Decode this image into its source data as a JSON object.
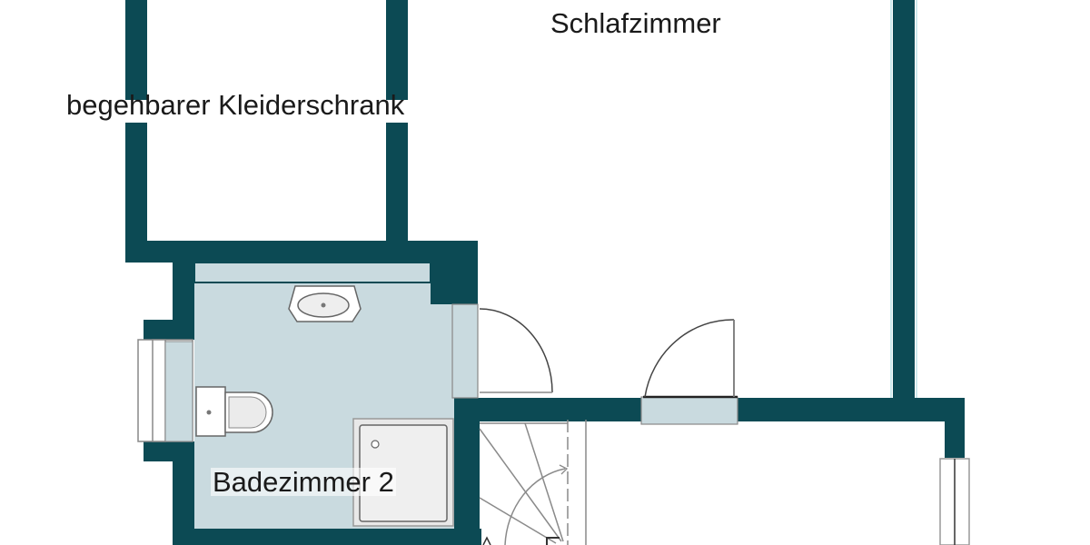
{
  "plan": {
    "type": "floor-plan",
    "colors": {
      "wall": "#0c4a54",
      "bathroom_floor": "#c9dadf",
      "fixture_fill": "#ffffff",
      "line": "#555555",
      "background": "#ffffff"
    },
    "rooms": [
      {
        "id": "walk-in-closet",
        "label": "begehbarer Kleiderschrank"
      },
      {
        "id": "bedroom",
        "label": "Schlafzimmer"
      },
      {
        "id": "bathroom-2",
        "label": "Badezimmer 2"
      }
    ],
    "fixtures": [
      "washbasin",
      "toilet",
      "shower",
      "staircase",
      "windows",
      "doors"
    ]
  }
}
